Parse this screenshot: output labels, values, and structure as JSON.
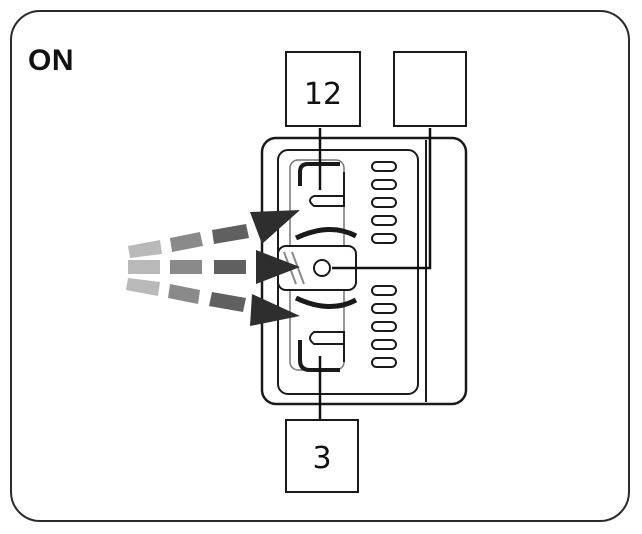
{
  "state_label": "ON",
  "callouts": {
    "top_left": "12",
    "top_right": "",
    "bottom": "3"
  },
  "colors": {
    "outline": "#1a1a1a",
    "arrow_dark": "#555555",
    "arrow_mid": "#8a8a8a",
    "arrow_light": "#b9b9b9"
  }
}
